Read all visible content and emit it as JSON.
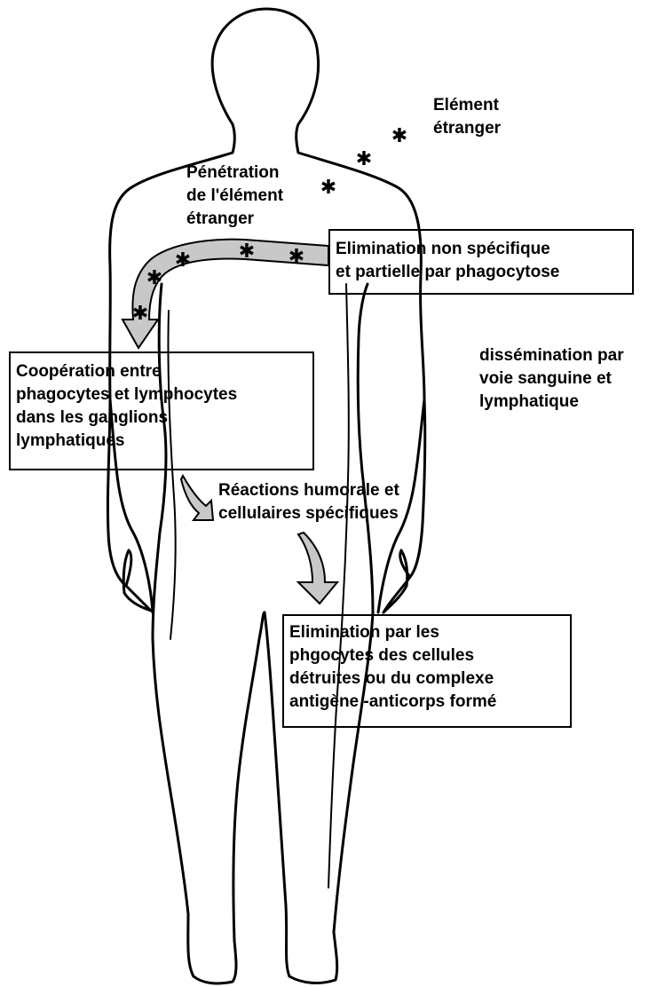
{
  "labels": {
    "foreign_element": [
      "Elément",
      "étranger"
    ],
    "penetration": [
      "Pénétration",
      "de l'élément",
      "étranger"
    ],
    "nonspecific_elimination": [
      "Elimination non spécifique",
      "et partielle par phagocytose"
    ],
    "dissemination": [
      "dissémination par",
      "voie sanguine et",
      "lymphatique"
    ],
    "cooperation": [
      "Coopération entre",
      "phagocytes et lymphocytes",
      "dans les ganglions",
      "lymphatiques"
    ],
    "reactions": [
      "Réactions humorale et",
      "cellulaires spécifiques"
    ],
    "phagocyte_elimination": [
      "Elimination par les",
      "phgocytes des cellules",
      "détruites ou  du complexe",
      "antigène -anticorps formé"
    ]
  },
  "colors": {
    "outline": "#000000",
    "arrow_fill": "#c8c8c8",
    "background": "#ffffff"
  }
}
